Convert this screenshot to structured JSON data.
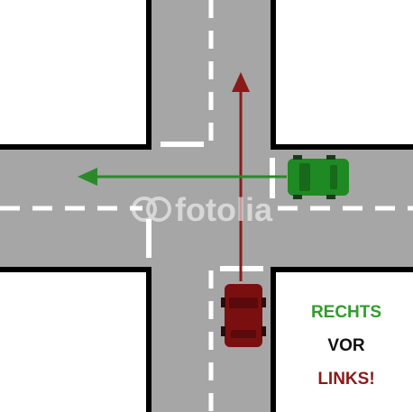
{
  "caption": {
    "line1": "RECHTS",
    "line2": "VOR",
    "line3": "LINKS!"
  },
  "watermark": "fotolia",
  "colors": {
    "background": "#ffffff",
    "road": "#a6a6a6",
    "curb": "#000000",
    "lane_marking": "#ffffff",
    "green_car": "#1f8a23",
    "red_car": "#7a0f10",
    "green_arrow": "#2a8a2a",
    "red_arrow": "#8a1a1a",
    "text_green": "#2f9e2a",
    "text_dark": "#111111",
    "text_red": "#8a1a1a"
  },
  "icons": {
    "green_car": "car-top-view",
    "red_car": "car-top-view",
    "green_arrow": "arrow-left",
    "red_arrow": "arrow-up",
    "watermark_logo": "fotolia-logo"
  }
}
